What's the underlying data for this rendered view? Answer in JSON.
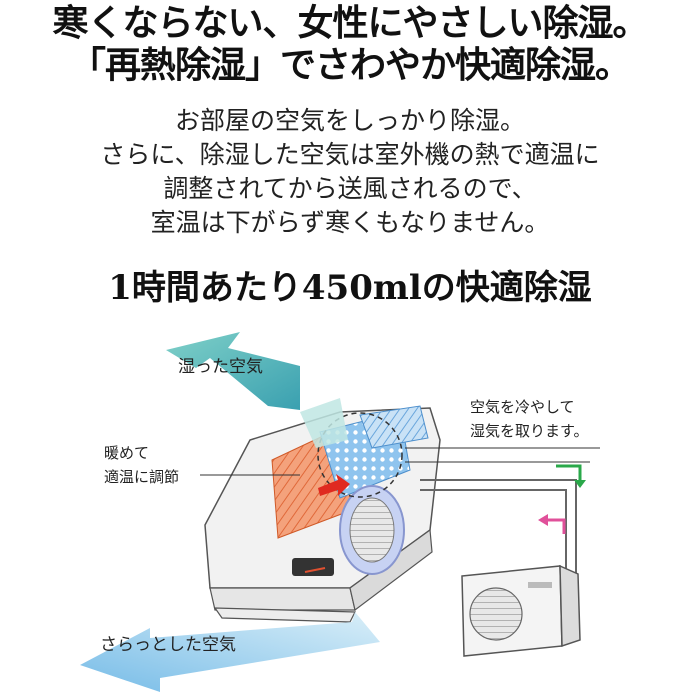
{
  "headline": {
    "line1": "寒くならない、女性にやさしい除湿。",
    "line2": "「再熱除湿」でさわやか快適除湿。"
  },
  "description": [
    "お部屋の空気をしっかり除湿。",
    "さらに、除湿した空気は室外機の熱で適温に",
    "調整されてから送風されるので、",
    "室温は下がらず寒くもなりません。"
  ],
  "subheading": "1時間あたり450mlの快適除湿",
  "diagram": {
    "label_humid_air": "湿った空気",
    "label_warm_line1": "暖めて",
    "label_warm_line2": "適温に調節",
    "label_cool_line1": "空気を冷やして",
    "label_cool_line2": "湿気を取ります。",
    "label_dry_air": "さらっとした空気",
    "colors": {
      "incoming_air": "#4fb3b8",
      "outgoing_air": "#9fd4ee",
      "heat_exchanger": "#f08a5d",
      "cooling_coil": "#7fb8e6",
      "fan": "#b8c8f0",
      "pipe_green": "#2aa84a",
      "pipe_pink": "#e0509a"
    }
  }
}
